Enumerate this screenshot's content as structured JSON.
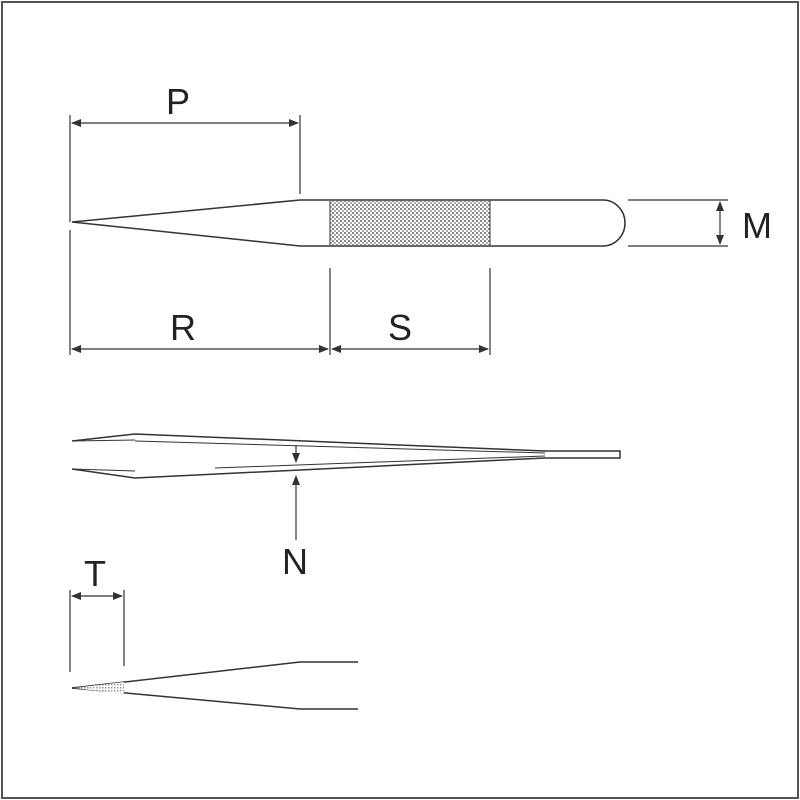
{
  "labels": {
    "p": "P",
    "r": "R",
    "s": "S",
    "m": "M",
    "n": "N",
    "t": "T"
  },
  "colors": {
    "line": "#333333",
    "frame": "#555555",
    "background": "#ffffff"
  }
}
